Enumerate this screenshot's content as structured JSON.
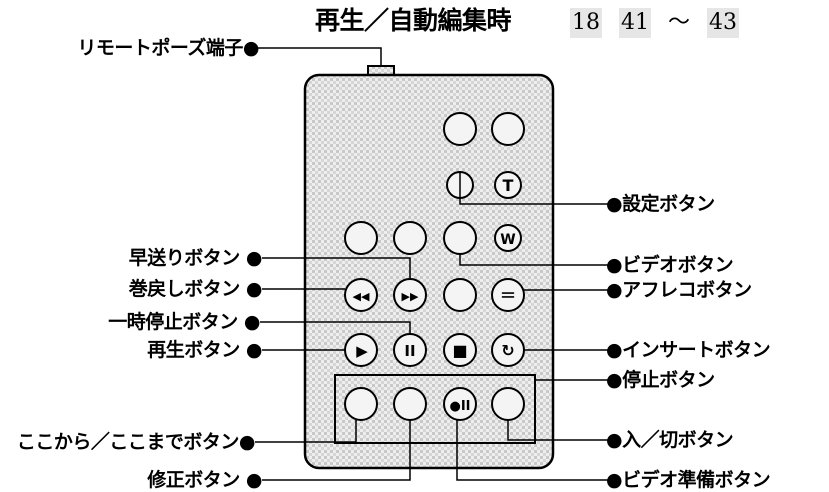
{
  "title": "再生／自動編集時",
  "page_refs": {
    "p1": "18",
    "p2": "41",
    "separator": "～",
    "p3": "43"
  },
  "labels": {
    "remote_pause_jack": "リモートポーズ端子●",
    "settings_button": "●設定ボタン",
    "video_button": "●ビデオボタン",
    "fast_forward_button": "早送りボタン ●",
    "rewind_button": "巻戻しボタン ●",
    "audio_dub_button": "●アフレコボタン",
    "pause_button": "一時停止ボタン ●",
    "play_button": "再生ボタン ●",
    "insert_button": "●インサートボタン",
    "stop_button": "●停止ボタン",
    "from_to_button": "ここから／ここまでボタン●",
    "power_button": "●入／切ボタン",
    "edit_button": "修正ボタン ●",
    "video_ready_button": "●ビデオ準備ボタン"
  },
  "button_glyphs": {
    "tele": "T",
    "wide": "W",
    "rewind": "◀◀",
    "fast_forward": "▶▶",
    "play": "▶",
    "pause": "II",
    "stop": "■",
    "audio_dub": "＝",
    "insert": "↻",
    "video_ready": "●II"
  },
  "colors": {
    "ink": "#000000",
    "body": "#eeeeee",
    "pattern": "#c8c8c8"
  }
}
